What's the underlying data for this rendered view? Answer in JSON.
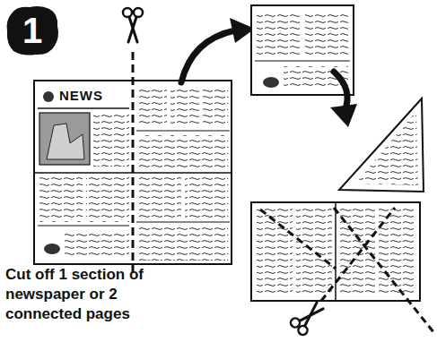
{
  "diagram": {
    "caption": "Cut off 1 section of newspaper or 2 connected pages",
    "nodes": [
      {
        "text": [
          "1"
        ]
      }
    ],
    "edges": [],
    "labels": [
      "NEWS"
    ]
  }
}
